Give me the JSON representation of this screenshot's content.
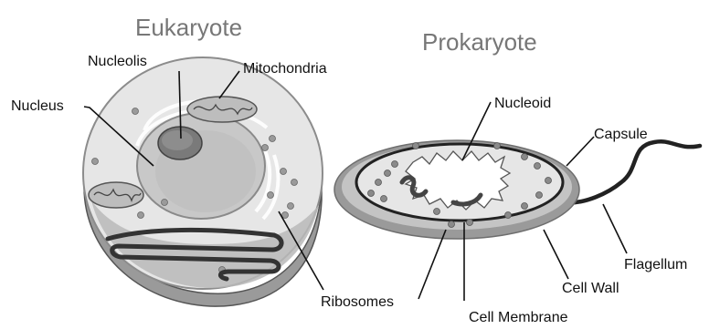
{
  "titles": {
    "eukaryote": "Eukaryote",
    "prokaryote": "Prokaryote"
  },
  "labels": {
    "nucleolis": "Nucleolis",
    "mitochondria": "Mitochondria",
    "nucleus": "Nucleus",
    "ribosomes": "Ribosomes",
    "nucleoid": "Nucleoid",
    "capsule": "Capsule",
    "flagellum": "Flagellum",
    "cell_wall": "Cell Wall",
    "cell_membrane": "Cell Membrane"
  },
  "colors": {
    "cytoplasm": "#e6e6e6",
    "cell_edge": "#8c8c8c",
    "nucleus": "#c8c8c8",
    "nucleolus": "#7a7a7a",
    "capsule": "#9a9a9a",
    "cell_wall": "#c4c4c4",
    "membrane": "#222222"
  }
}
